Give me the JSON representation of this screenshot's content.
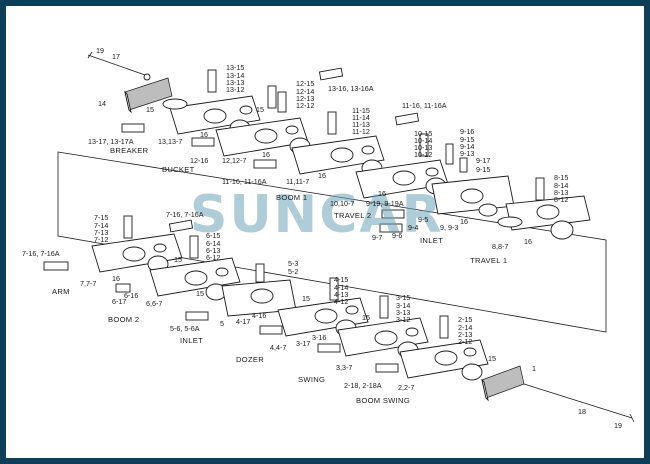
{
  "watermark": "SUNCAR",
  "captions": {
    "breaker": "BREAKER",
    "bucket": "BUCKET",
    "boom1": "BOOM 1",
    "travel2": "TRAVEL 2",
    "inlet_top": "INLET",
    "travel1": "TRAVEL 1",
    "arm": "ARM",
    "boom2": "BOOM 2",
    "inlet_bottom": "INLET",
    "dozer": "DOZER",
    "swing": "SWING",
    "boom_swing": "BOOM SWING"
  },
  "labels": {
    "l19a": "19",
    "l17": "17",
    "l14": "14",
    "l1317": "13-17, 13-17A",
    "l1315": "13-15",
    "l1314": "13-14",
    "l1313": "13-13",
    "l1312": "13-12",
    "l15a": "15",
    "l13137": "13,13-7",
    "l16a": "16",
    "l1215": "12-15",
    "l1214": "12-14",
    "l1213": "12-13",
    "l1212": "12-12",
    "l1316": "13-16, 13-16A",
    "l1216": "12-16",
    "l12127": "12,12-7",
    "l16b": "16",
    "l1115": "11-15",
    "l1114": "11-14",
    "l1113": "11-13",
    "l1112": "11-12",
    "l15b": "15",
    "l1116": "11-16, 11-16A",
    "l11117": "11,11-7",
    "l16c": "16",
    "l1015": "10-15",
    "l1014": "10-14",
    "l1013": "10-13",
    "l1012": "10-12",
    "l916": "9-16",
    "l915": "9-15",
    "l914": "9-14",
    "l913": "9-13",
    "l917": "9-17",
    "l9154": "9-15",
    "l16d": "16",
    "l10107": "10,10-7",
    "l919": "9-19, 9-19A",
    "l95": "9-5",
    "l94": "9-4",
    "l993": "9, 9-3",
    "l97": "9-7",
    "l96": "9-6",
    "l16e": "16",
    "l815": "8-15",
    "l814": "8-14",
    "l813": "8-13",
    "l812": "8-12",
    "l887": "8,8-7",
    "l16f": "16",
    "l715": "7-15",
    "l714": "7-14",
    "l713": "7-13",
    "l712": "7-12",
    "l716r": "7-16, 7-16A",
    "l716l": "7-16, 7-16A",
    "l777": "7,7-7",
    "l16g": "16",
    "l615": "6-15",
    "l614": "6-14",
    "l613": "6-13",
    "l612": "6-12",
    "l15c": "15",
    "l616": "6-16",
    "l617": "6-17",
    "l667": "6,6-7",
    "l53": "5-3",
    "l52": "5-2",
    "l15d": "15",
    "l416": "4-16",
    "l417": "4-17",
    "l556": "5-6, 5-6A",
    "l5": "5",
    "l415": "4-15",
    "l414": "4-14",
    "l413": "4-13",
    "l412": "4-12",
    "l15e": "15",
    "l447": "4,4-7",
    "l317": "3-17",
    "l316": "3-16",
    "l315": "3-15",
    "l314": "3-14",
    "l313": "3-13",
    "l312": "3-12",
    "l15f": "15",
    "l337": "3,3-7",
    "l215": "2-15",
    "l214": "2-14",
    "l213": "2-13",
    "l212": "2-12",
    "l15g": "15",
    "l218": "2-18, 2-18A",
    "l227": "2,2-7",
    "l1": "1",
    "l18": "18",
    "l19b": "19"
  }
}
